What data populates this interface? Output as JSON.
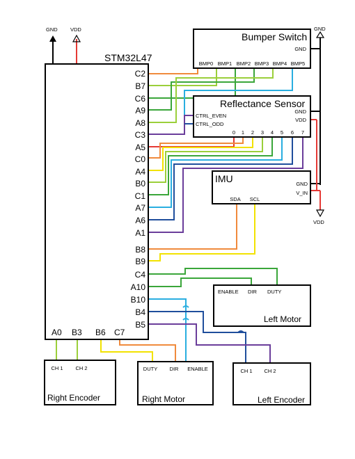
{
  "mcu": {
    "title": "STM32L47",
    "right_pins": [
      "C2",
      "B7",
      "C6",
      "A9",
      "A8",
      "C3",
      "A5",
      "C0",
      "A4",
      "B0",
      "C1",
      "A7",
      "A6",
      "A1",
      "B8",
      "B9",
      "C4",
      "A10",
      "B10",
      "B4",
      "B5"
    ],
    "bottom_pins": [
      "A0",
      "B3",
      "B6",
      "C7"
    ],
    "gnd_label": "GND",
    "vdd_label": "VDD"
  },
  "bumper": {
    "title": "Bumper Switch",
    "gnd": "GND",
    "pins": [
      "BMP0",
      "BMP1",
      "BMP2",
      "BMP3",
      "BMP4",
      "BMP5"
    ]
  },
  "reflectance": {
    "title": "Reflectance Sensor",
    "ctrl_even": "CTRL_EVEN",
    "ctrl_odd": "CTRL_ODD",
    "gnd": "GND",
    "vdd": "VDD",
    "pins": [
      "0",
      "1",
      "2",
      "3",
      "4",
      "5",
      "6",
      "7"
    ]
  },
  "imu": {
    "title": "IMU",
    "gnd": "GND",
    "vin": "V_IN",
    "sda": "SDA",
    "scl": "SCL"
  },
  "left_motor": {
    "title": "Left Motor",
    "enable": "ENABLE",
    "dir": "DIR",
    "duty": "DUTY"
  },
  "right_encoder": {
    "title": "Right Encoder",
    "ch1": "CH 1",
    "ch2": "CH 2"
  },
  "right_motor": {
    "title": "Right Motor",
    "duty": "DUTY",
    "dir": "DIR",
    "enable": "ENABLE"
  },
  "left_encoder": {
    "title": "Left Encoder",
    "ch1": "CH 1",
    "ch2": "CH 2"
  },
  "rails": {
    "gnd_top_left": "GND",
    "vdd_top_left": "VDD",
    "gnd_top_right": "GND",
    "vdd_bottom_right": "VDD"
  },
  "colors": {
    "red": "#e53935",
    "orange": "#f08a3c",
    "yellow": "#f2e200",
    "lime": "#9bcf3a",
    "green": "#3aa63a",
    "cyan": "#29aee0",
    "blue": "#1f4e9c",
    "purple": "#6a3d9a"
  }
}
